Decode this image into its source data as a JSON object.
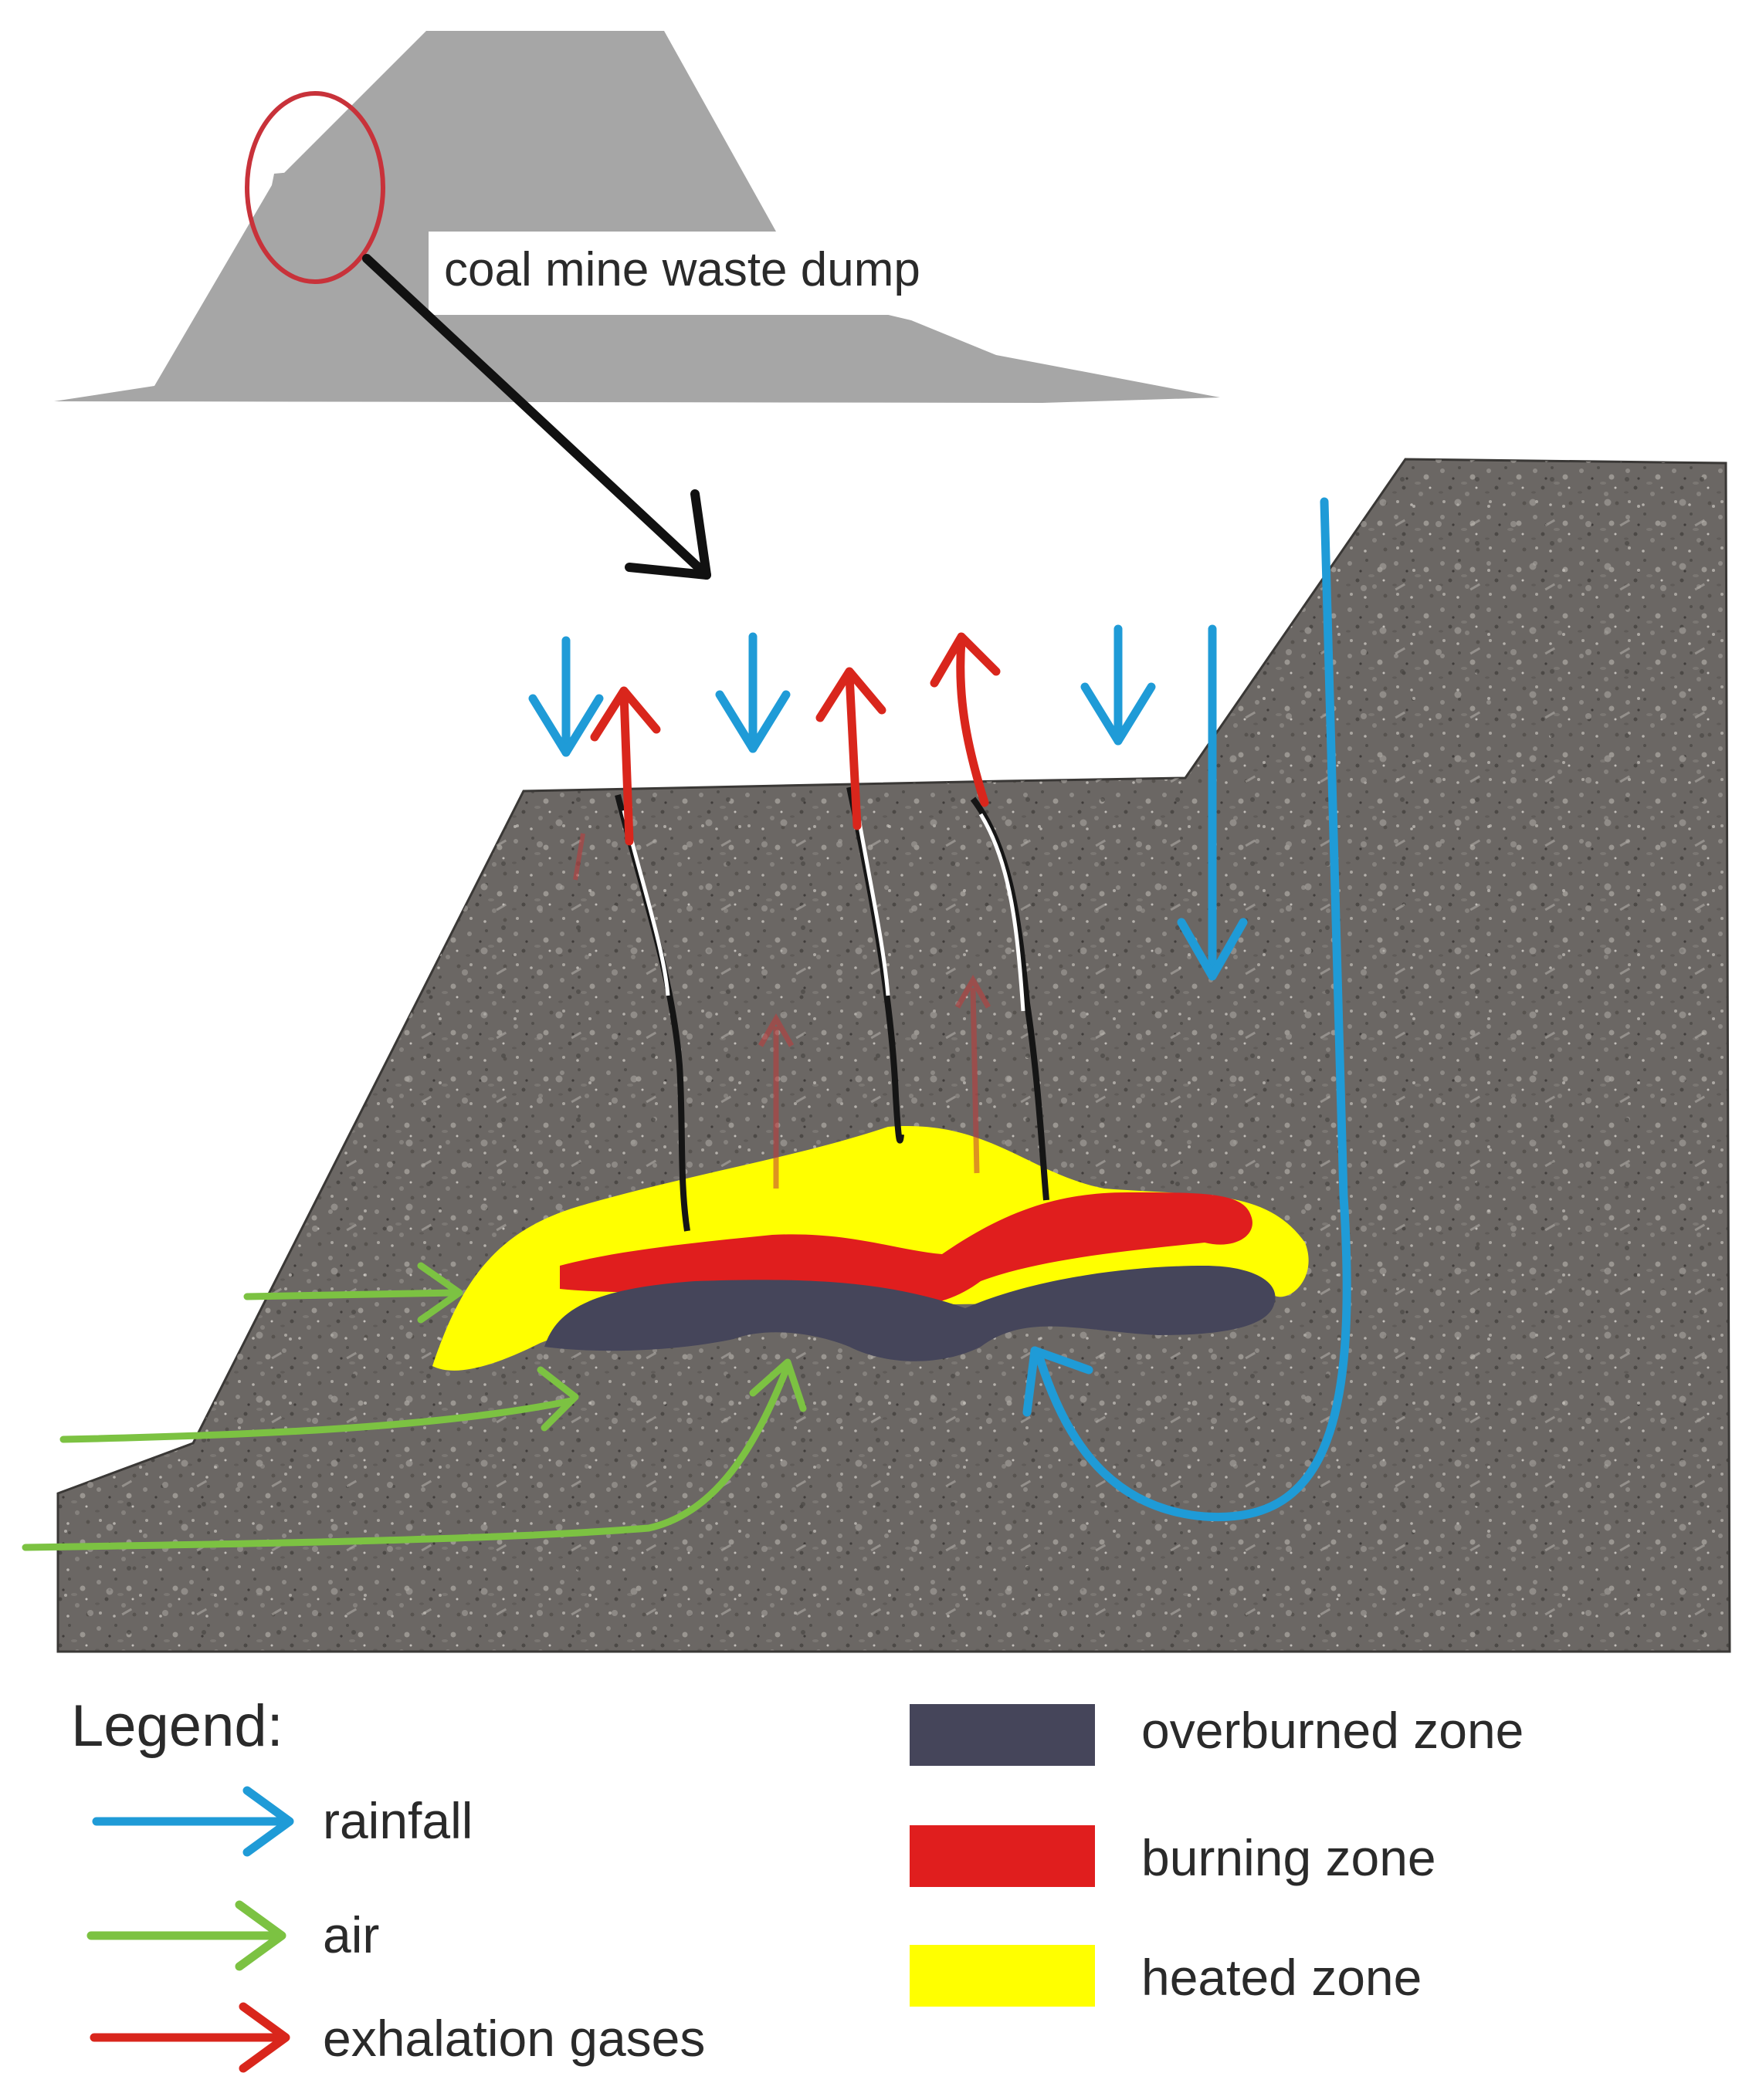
{
  "diagram": {
    "callout_label": "coal mine waste dump"
  },
  "legend": {
    "title": "Legend:",
    "arrows": [
      {
        "label": "rainfall",
        "color": "#1f9bd7"
      },
      {
        "label": "air",
        "color": "#7cc242"
      },
      {
        "label": "exhalation gases",
        "color": "#d9261c"
      }
    ],
    "zones": [
      {
        "label": "overburned zone",
        "color": "#45455a"
      },
      {
        "label": "burning zone",
        "color": "#e01e1e"
      },
      {
        "label": "heated zone",
        "color": "#ffff00"
      }
    ]
  },
  "colors": {
    "dump_silhouette": "#a6a6a6",
    "waste_rock": "#6b6764",
    "callout_circle": "#c8323a",
    "callout_arrow": "#111111"
  }
}
